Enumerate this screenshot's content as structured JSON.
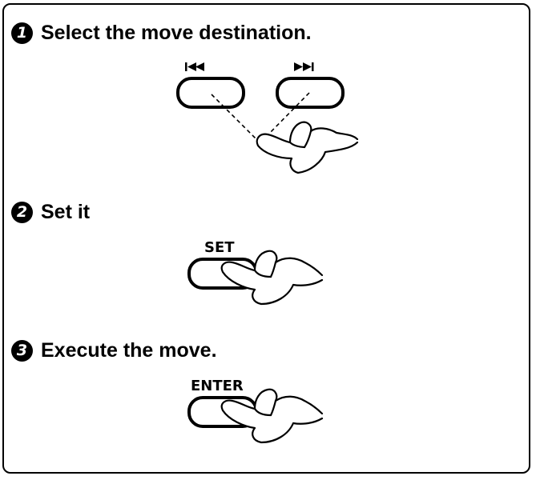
{
  "steps": [
    {
      "number": "1",
      "text": "Select the move destination."
    },
    {
      "number": "2",
      "text": "Set it"
    },
    {
      "number": "3",
      "text": "Execute the move."
    }
  ],
  "buttons": {
    "prev_icon": "skip-previous-icon",
    "next_icon": "skip-next-icon",
    "set_label": "SET",
    "enter_label": "ENTER"
  }
}
